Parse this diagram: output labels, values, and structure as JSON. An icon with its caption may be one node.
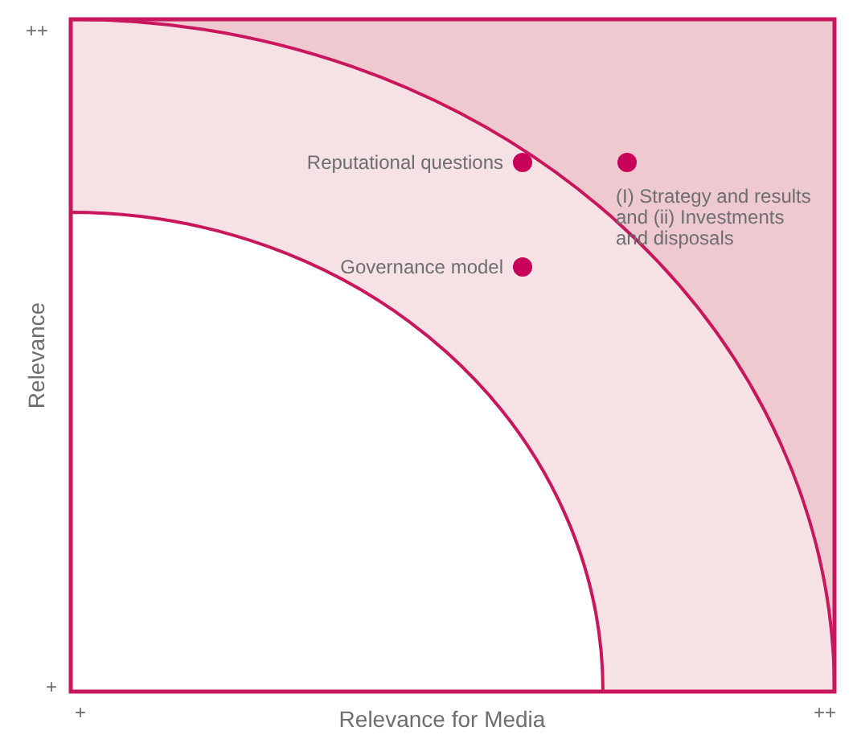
{
  "diagram": {
    "nodes": [
      {
        "text": [
          "Reputational questions"
        ]
      },
      {
        "text": [
          "(I) Strategy and results and (ii) Investments and disposals"
        ]
      },
      {
        "text": [
          "Governance model"
        ]
      }
    ],
    "labels": [
      "++",
      "Relevance",
      "+",
      "+",
      "Relevance for Media",
      "++"
    ]
  }
}
